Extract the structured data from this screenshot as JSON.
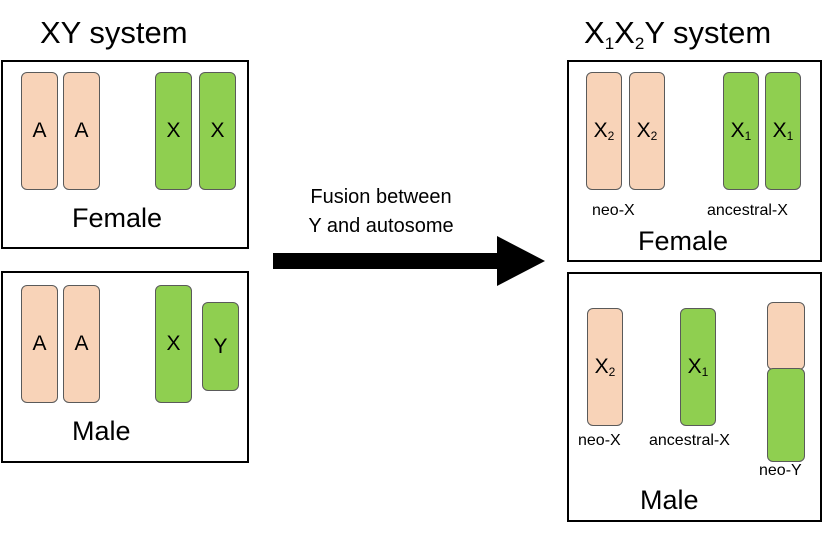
{
  "left_title": "XY system",
  "right_title": {
    "base1": "X",
    "sub1": "1",
    "base2": "X",
    "sub2": "2",
    "rest": "Y system"
  },
  "arrow": {
    "line1": "Fusion between",
    "line2": "Y and autosome"
  },
  "xy_female": {
    "label": "Female",
    "chromosomes": [
      "A",
      "A",
      "X",
      "X"
    ]
  },
  "xy_male": {
    "label": "Male",
    "chromosomes": [
      "A",
      "A",
      "X",
      "Y"
    ]
  },
  "x1x2y_female": {
    "label": "Female",
    "chromosome_base": [
      "X",
      "X",
      "X",
      "X"
    ],
    "chromosome_sub": [
      "2",
      "2",
      "1",
      "1"
    ],
    "neo_x_label": "neo-X",
    "ancestral_x_label": "ancestral-X"
  },
  "x1x2y_male": {
    "label": "Male",
    "chromosome_base": [
      "X",
      "X"
    ],
    "chromosome_sub": [
      "2",
      "1"
    ],
    "neo_x_label": "neo-X",
    "ancestral_x_label": "ancestral-X",
    "neo_y_label": "neo-Y"
  },
  "colors": {
    "autosome": "#f8d3b8",
    "x_chromosome": "#8fcf50"
  }
}
